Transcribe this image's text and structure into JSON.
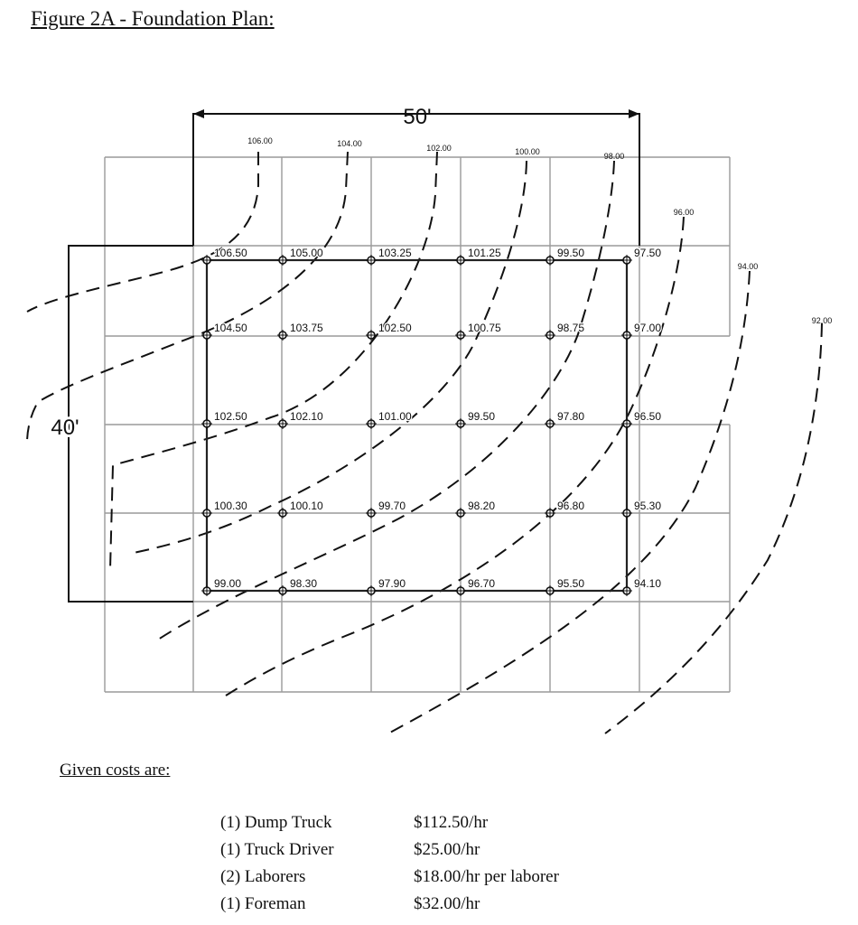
{
  "figure": {
    "title": "Figure 2A - Foundation Plan:"
  },
  "dimensions": {
    "width_label": "50'",
    "height_label": "40'"
  },
  "contours": [
    "106.00",
    "104.00",
    "102.00",
    "100.00",
    "98.00",
    "96.00",
    "94.00",
    "92.00"
  ],
  "spot_elevations": [
    [
      "106.50",
      "105.00",
      "103.25",
      "101.25",
      "99.50",
      "97.50"
    ],
    [
      "104.50",
      "103.75",
      "102.50",
      "100.75",
      "98.75",
      "97.00"
    ],
    [
      "102.50",
      "102.10",
      "101.00",
      "99.50",
      "97.80",
      "96.50"
    ],
    [
      "100.30",
      "100.10",
      "99.70",
      "98.20",
      "96.80",
      "95.30"
    ],
    [
      "99.00",
      "98.30",
      "97.90",
      "96.70",
      "95.50",
      "94.10"
    ]
  ],
  "costs": {
    "heading": "Given costs are:",
    "items": [
      {
        "item": "(1) Dump Truck",
        "rate": "$112.50/hr"
      },
      {
        "item": "(1) Truck Driver",
        "rate": "$25.00/hr"
      },
      {
        "item": "(2) Laborers",
        "rate": "$18.00/hr per laborer"
      },
      {
        "item": "(1) Foreman",
        "rate": "$32.00/hr"
      }
    ]
  }
}
